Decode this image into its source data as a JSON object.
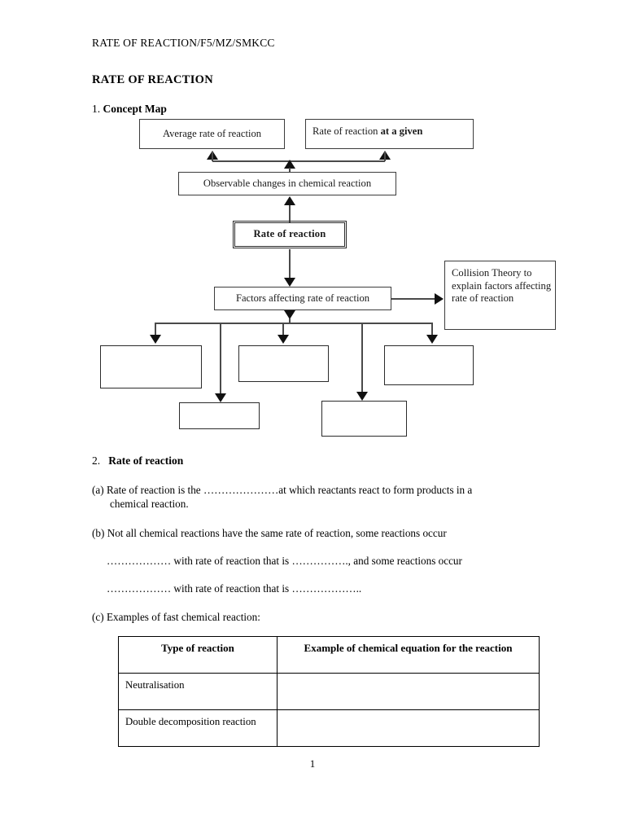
{
  "document": {
    "header": "RATE OF REACTION/F5/MZ/SMKCC",
    "title": "RATE OF REACTION",
    "page_number": "1"
  },
  "sections": {
    "one": {
      "number": "1.",
      "label": "Concept  Map"
    },
    "two": {
      "number": "2.",
      "label": "Rate of reaction"
    }
  },
  "concept_map": {
    "nodes": {
      "average_rate": "Average rate of reaction",
      "rate_at_given": "Rate of reaction at a given",
      "rate_at_given_bold_part": "at a given",
      "observable_changes": "Observable changes in chemical reaction",
      "rate_of_reaction": "Rate of reaction",
      "factors_affecting": "Factors affecting rate of reaction",
      "collision_theory": "Collision Theory to explain factors affecting rate of reaction",
      "blank_1": "",
      "blank_2": "",
      "blank_3": "",
      "blank_4": "",
      "blank_5": ""
    }
  },
  "questions": {
    "a": {
      "marker": "(a)",
      "line1_before": "Rate of reaction is the",
      "blank1": "…………………",
      "line1_after": "at which reactants react to form products in a",
      "line2": "chemical reaction."
    },
    "b": {
      "marker": "(b)",
      "line1": "Not all chemical reactions have the same rate of reaction, some reactions occur",
      "line2_blank1": "………………",
      "line2_mid": "with rate of reaction that is",
      "line2_blank2": "…………….",
      "line2_after": ", and some reactions occur",
      "line3_blank1": "………………",
      "line3_mid": "with rate of reaction that is",
      "line3_blank2": "……………….."
    },
    "c": {
      "marker": "(c)",
      "text": "Examples of fast chemical reaction:"
    }
  },
  "table": {
    "headers": [
      "Type of reaction",
      "Example of chemical equation for the reaction"
    ],
    "rows": [
      {
        "type": "Neutralisation",
        "example": ""
      },
      {
        "type": "Double decomposition reaction",
        "example": ""
      }
    ]
  }
}
